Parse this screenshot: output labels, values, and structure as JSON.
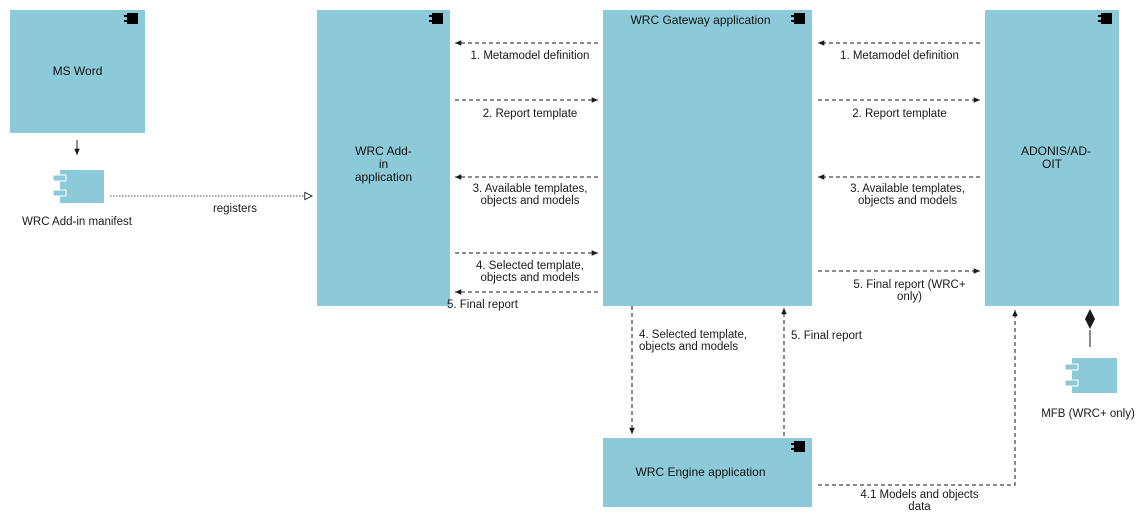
{
  "nodes": {
    "ms_word": "MS Word",
    "addin": "WRC Add-in application",
    "gateway": "WRC Gateway application",
    "adonis": "ADONIS/AD-OIT",
    "engine": "WRC Engine application",
    "addin_manifest": "WRC Add-in manifest",
    "mfb": "MFB (WRC+ only)"
  },
  "labels": {
    "registers": "registers",
    "left_metamodel": "1. Metamodel definition",
    "left_report_template": "2. Report template",
    "left_available_1": "3. Available templates,",
    "left_available_2": "objects and models",
    "left_selected_1": "4. Selected template,",
    "left_selected_2": "objects and models",
    "left_final_report": "5. Final report",
    "right_metamodel": "1. Metamodel definition",
    "right_report_template": "2. Report template",
    "right_available_1": "3. Available templates,",
    "right_available_2": "objects and models",
    "right_final_1": "5. Final report (WRC+",
    "right_final_2": "only)",
    "down_selected_1": "4. Selected template,",
    "down_selected_2": "objects and models",
    "up_final_report": "5. Final report",
    "engine_models_1": "4.1 Models and objects",
    "engine_models_2": "data"
  },
  "colors": {
    "component_fill": "#8ccad9",
    "line": "#1a1a1a"
  },
  "icons": {
    "component": "component-icon",
    "artifact": "component-symbol-icon"
  }
}
